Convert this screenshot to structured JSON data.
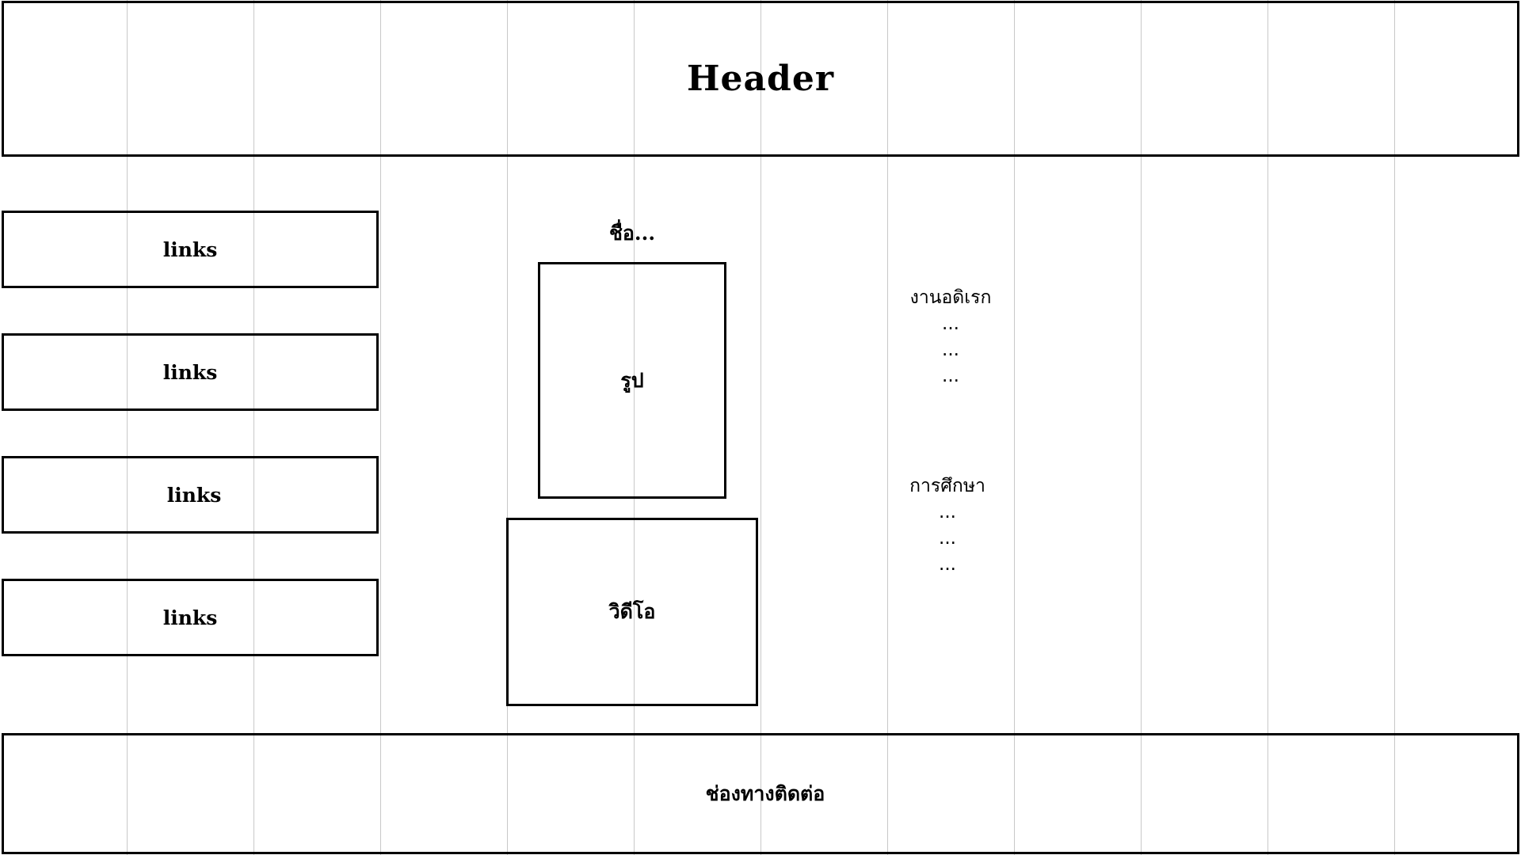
{
  "header": {
    "title": "Header"
  },
  "sidebar": {
    "links": [
      {
        "label": "links"
      },
      {
        "label": "links"
      },
      {
        "label": "links"
      },
      {
        "label": "links"
      }
    ]
  },
  "profile": {
    "name_label": "ชื่อ...",
    "photo_label": "รูป",
    "video_label": "วิดีโอ"
  },
  "hobbies": {
    "title": "งานอดิเรก",
    "items": [
      "...",
      "...",
      "..."
    ]
  },
  "education": {
    "title": "การศึกษา",
    "items": [
      "...",
      "...",
      "..."
    ]
  },
  "footer": {
    "label": "ช่องทางติดต่อ"
  }
}
